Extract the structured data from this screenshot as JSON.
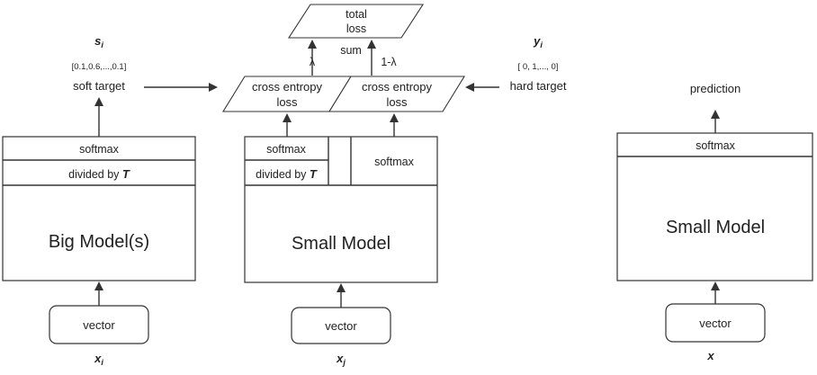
{
  "colors": {
    "stroke": "#333333",
    "text": "#222222",
    "background": "#ffffff"
  },
  "left": {
    "symbol": "s",
    "symbol_sub": "i",
    "vector_values": "[0.1,0.6,...,0.1]",
    "soft_target": "soft target",
    "softmax": "softmax",
    "divided_by": "divided by ",
    "T": "T",
    "model": "Big Model(s)",
    "vector": "vector",
    "input": "x",
    "input_sub": "i"
  },
  "middle": {
    "total_loss_1": "total",
    "total_loss_2": "loss",
    "sum": "sum",
    "lambda": "λ",
    "one_minus_lambda": "1-λ",
    "ce1_line1": "cross entropy",
    "ce1_line2": "loss",
    "ce2_line1": "cross entropy",
    "ce2_line2": "loss",
    "softmax_left": "softmax",
    "divided_by": "divided by ",
    "T": "T",
    "softmax_right": "softmax",
    "model": "Small Model",
    "vector": "vector",
    "input": "x",
    "input_sub": "j"
  },
  "hard": {
    "symbol": "y",
    "symbol_sub": "i",
    "vector_values": "[ 0,  1,...,  0]",
    "hard_target": "hard target"
  },
  "right": {
    "prediction": "prediction",
    "softmax": "softmax",
    "model": "Small Model",
    "vector": "vector",
    "input": "x"
  }
}
